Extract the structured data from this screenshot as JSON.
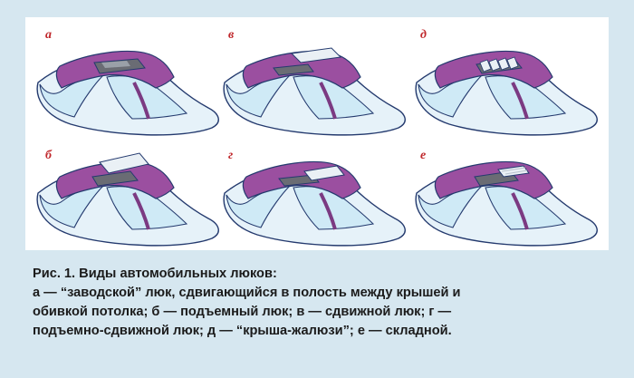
{
  "figure": {
    "labels": [
      "а",
      "в",
      "д",
      "б",
      "г",
      "е"
    ],
    "variants": [
      "slide",
      "slide-open",
      "louver",
      "lift",
      "lift-slide",
      "fold"
    ],
    "colors": {
      "body": "#e6f2f9",
      "glass": "#cfeaf6",
      "roof": "#9b4fa0",
      "roof_dark": "#7b3a82",
      "outline": "#243a6e",
      "panel": "#6a6c74",
      "hatch": "#eaf0f5",
      "label": "#c0282c"
    }
  },
  "caption": {
    "title": "Рис. 1. Виды автомобильных люков:",
    "lines": [
      "а — “заводской” люк, сдвигающийся в полость между крышей и",
      "обивкой потолка; б — подъемный люк; в — сдвижной люк; г —",
      "подъемно-сдвижной люк; д — “крыша-жалюзи”; е — складной."
    ]
  }
}
